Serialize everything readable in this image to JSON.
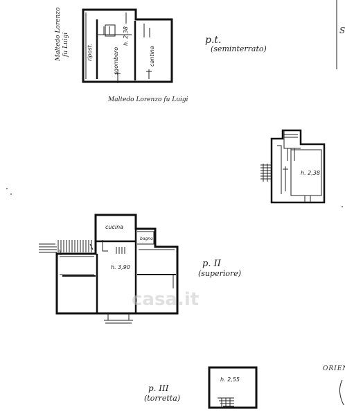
{
  "basement": {
    "level_label": "p.t.",
    "level_name": "(seminterrato)",
    "height": "h. 2,38",
    "rooms": {
      "ripostiglio": "ripost.",
      "sgombero": "sgombero",
      "cantina": "cantina"
    },
    "neighbor_side_1": "Maltedo Lorenzo",
    "neighbor_side_2": "fu Luigi",
    "neighbor_bottom": "Maltedo Lorenzo fu Luigi"
  },
  "stair_block": {
    "height": "h. 2,38"
  },
  "upper_floor": {
    "level_label": "p. II",
    "level_name": "(superiore)",
    "height": "h. 3,90",
    "rooms": {
      "kitchen": "cucina",
      "bathroom": "bagno"
    }
  },
  "turret": {
    "level_label": "p. III",
    "level_name": "(torretta)",
    "height": "h. 2,55"
  },
  "edge_text": {
    "right_top": "S",
    "orientation": "ORIEN"
  },
  "watermark": "casa.it"
}
